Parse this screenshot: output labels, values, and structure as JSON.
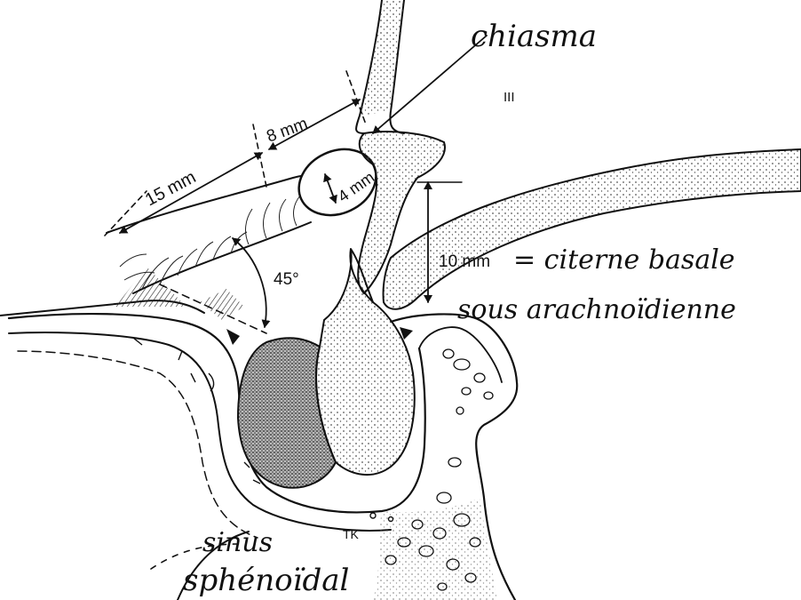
{
  "labels": {
    "chiasma": "chiasma",
    "nerve_iii": "III",
    "dim_8mm": "8 mm",
    "dim_15mm": "15 mm",
    "dim_4mm": "4 mm",
    "angle_45": "45°",
    "dim_10mm": "10 mm",
    "citerne_line1": "= citerne basale",
    "citerne_line2": "sous arachnoïdienne",
    "sinus_line1": "sinus",
    "sinus_line2": "sphénoïdal",
    "signature": "TK"
  },
  "colors": {
    "ink": "#111111",
    "paper": "#ffffff",
    "stipple": "#555555",
    "dense_stipple": "#333333"
  }
}
